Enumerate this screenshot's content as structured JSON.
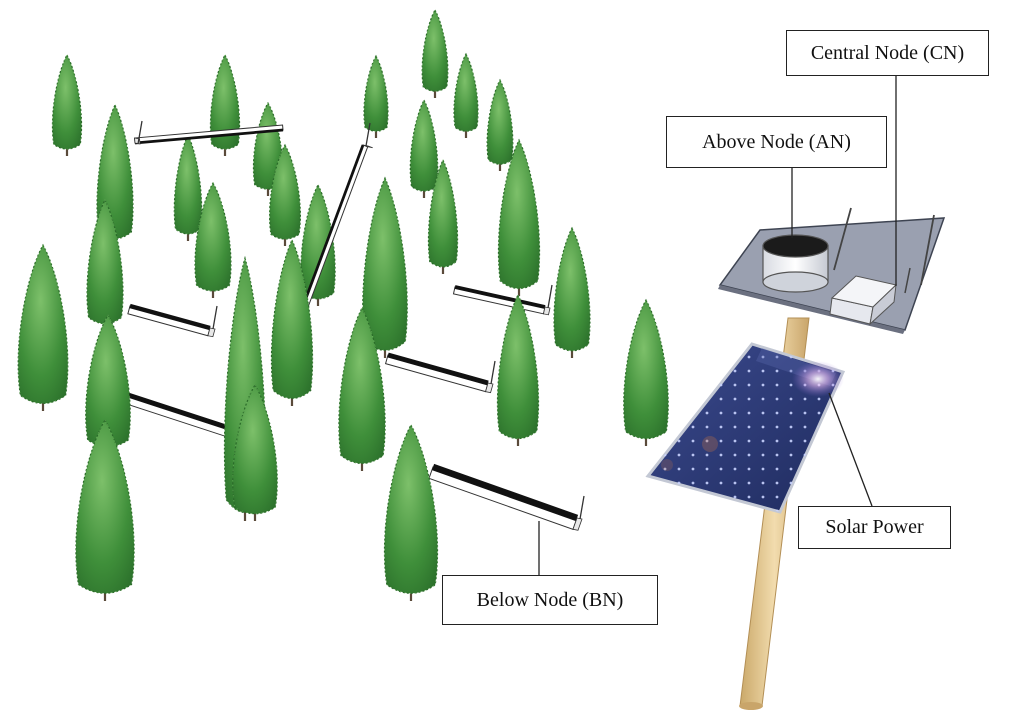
{
  "labels": {
    "central_node": "Central Node (CN)",
    "above_node": "Above Node (AN)",
    "solar_power": "Solar Power",
    "below_node": "Below Node (BN)"
  },
  "colors": {
    "foliage_dark": "#2f7d2e",
    "foliage_light": "#56a64a",
    "trunk": "#5a4a3a",
    "pole": "#e2c68e",
    "platform": "#8f95a6",
    "solar_cell": "#2a3a78",
    "sensor_dark": "#111111"
  },
  "icons": {
    "tree": "tree-icon",
    "below_node": "buried-sensor-node-icon",
    "above_node": "above-node-cylinder-icon",
    "central_node": "central-node-box-icon",
    "solar_panel": "solar-panel-icon",
    "antenna": "antenna-icon"
  }
}
